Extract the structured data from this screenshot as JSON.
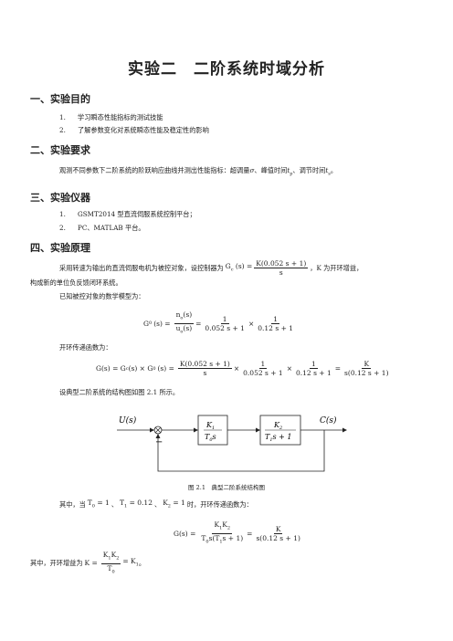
{
  "title": "实验二　二阶系统时域分析",
  "s1": {
    "heading": "一、实验目的",
    "items": [
      {
        "n": "1.",
        "text": "学习瞬态性能指标的测试技能"
      },
      {
        "n": "2.",
        "text": "了解参数变化对系统瞬态性能及稳定性的影响"
      }
    ]
  },
  "s2": {
    "heading": "二、实验要求",
    "text_a": "观测不同参数下二阶系统的阶跃响应曲线并测出性能指标：超调量",
    "sigma": "σ",
    "text_b": "、峰值时间",
    "tp": "t",
    "tp_sub": "p",
    "text_c": "、调节时间",
    "ts": "t",
    "ts_sub": "s",
    "text_d": "。"
  },
  "s3": {
    "heading": "三、实验仪器",
    "items": [
      {
        "n": "1.",
        "text": "GSMT2014 型直流伺服系统控制平台；"
      },
      {
        "n": "2.",
        "text": "PC、MATLAB 平台。"
      }
    ]
  },
  "s4": {
    "heading": "四、实验原理",
    "p1_a": "采用转速为输出的直流伺服电机为被控对象，设控制器为",
    "gc": "G",
    "gc_sub": "c",
    "gc_arg": "(s) =",
    "gc_num": "K(0.052 s + 1)",
    "gc_den": "s",
    "p1_b": "，K 为开环增益，",
    "p1_c": "构成新的单位负反馈闭环系统。",
    "p2": "已知被控对象的数学模型为：",
    "g0_lhs": "G",
    "g0_sub": "0",
    "g0_arg": "(s) =",
    "g0_f1_num": "n",
    "g0_f1_num_sub": "o",
    "g0_f1_num_arg": "(s)",
    "g0_f1_den": "u",
    "g0_f1_den_sub": "o",
    "g0_f1_den_arg": "(s)",
    "eq": "=",
    "one": "1",
    "g0_f2_den": "0.052 s + 1",
    "times": "×",
    "g0_f3_den": "0.12 s + 1",
    "p3": "开环传递函数为：",
    "ol_lhs": "G(s) = G",
    "ol_sub1": "c",
    "ol_mid": "(s) × G",
    "ol_sub2": "0",
    "ol_arg": "(s) =",
    "ol_f1_num": "K(0.052 s + 1)",
    "ol_f1_den": "s",
    "ol_f2_den": "0.052 s + 1",
    "ol_f3_den": "0.12 s + 1",
    "ol_f4_num": "K",
    "ol_f4_den": "s(0.12 s + 1)",
    "p4": "设典型二阶系统的结构图如图 2.1 所示。",
    "diagram": {
      "input": "U(s)",
      "output": "C(s)",
      "block1_num": "K",
      "block1_num_sub": "1",
      "block1_den": "T",
      "block1_den_sub": "0",
      "block1_den_s": "s",
      "block2_num": "K",
      "block2_num_sub": "2",
      "block2_den": "T",
      "block2_den_sub": "1",
      "block2_den_s": "s + 1",
      "minus": "−"
    },
    "caption": "图 2.1　典型二阶系统结构图",
    "p5_a": "其中，当",
    "p5_t0": "T",
    "p5_t0_sub": "0",
    "p5_t0_val": "= 1",
    "p5_sep1": "、",
    "p5_t1": "T",
    "p5_t1_sub": "1",
    "p5_t1_val": "= 0.12",
    "p5_sep2": "、",
    "p5_k2": "K",
    "p5_k2_sub": "2",
    "p5_k2_val": "= 1",
    "p5_b": "时，开环传递函数为：",
    "g2_lhs": "G(s) =",
    "g2_f1_num": "K",
    "g2_f1_num_sub1": "1",
    "g2_f1_num_k": "K",
    "g2_f1_num_sub2": "2",
    "g2_f1_den": "T",
    "g2_f1_den_sub": "0",
    "g2_f1_den_b": "s(T",
    "g2_f1_den_sub2": "1",
    "g2_f1_den_c": "s + 1)",
    "g2_f2_num": "K",
    "g2_f2_den": "s(0.12 s + 1)",
    "p6_a": "其中，开环增益为",
    "p6_k": "K =",
    "p6_num_k": "K",
    "p6_num_sub1": "1",
    "p6_num_k2": "K",
    "p6_num_sub2": "2",
    "p6_den": "T",
    "p6_den_sub": "0",
    "p6_eq": "= K",
    "p6_sub": "1",
    "p6_end": "。"
  }
}
